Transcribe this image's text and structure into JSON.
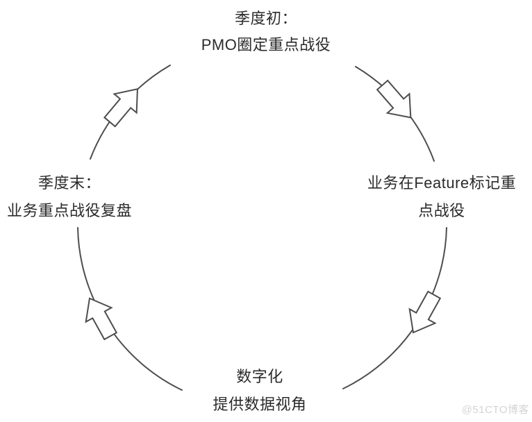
{
  "diagram": {
    "type": "cycle",
    "flow_direction": "clockwise",
    "nodes": [
      {
        "id": "top",
        "line1": "季度初：",
        "line2": "PMO圈定重点战役"
      },
      {
        "id": "right",
        "line1": "业务在Feature标记重",
        "line2": "点战役"
      },
      {
        "id": "bottom",
        "line1": "数字化",
        "line2": "提供数据视角"
      },
      {
        "id": "left",
        "line1": "季度末：",
        "line2": "业务重点战役复盘"
      }
    ],
    "arrows": [
      {
        "id": "top-right",
        "direction": "down-right"
      },
      {
        "id": "bottom-right",
        "direction": "down-left"
      },
      {
        "id": "bottom-left",
        "direction": "up-left"
      },
      {
        "id": "top-left",
        "direction": "up-right"
      }
    ],
    "colors": {
      "stroke": "#4d4d4d",
      "text": "#2b2b2b",
      "background": "#ffffff"
    }
  },
  "watermark": {
    "text": "@51CTO博客",
    "color": "#d4d4d4"
  }
}
